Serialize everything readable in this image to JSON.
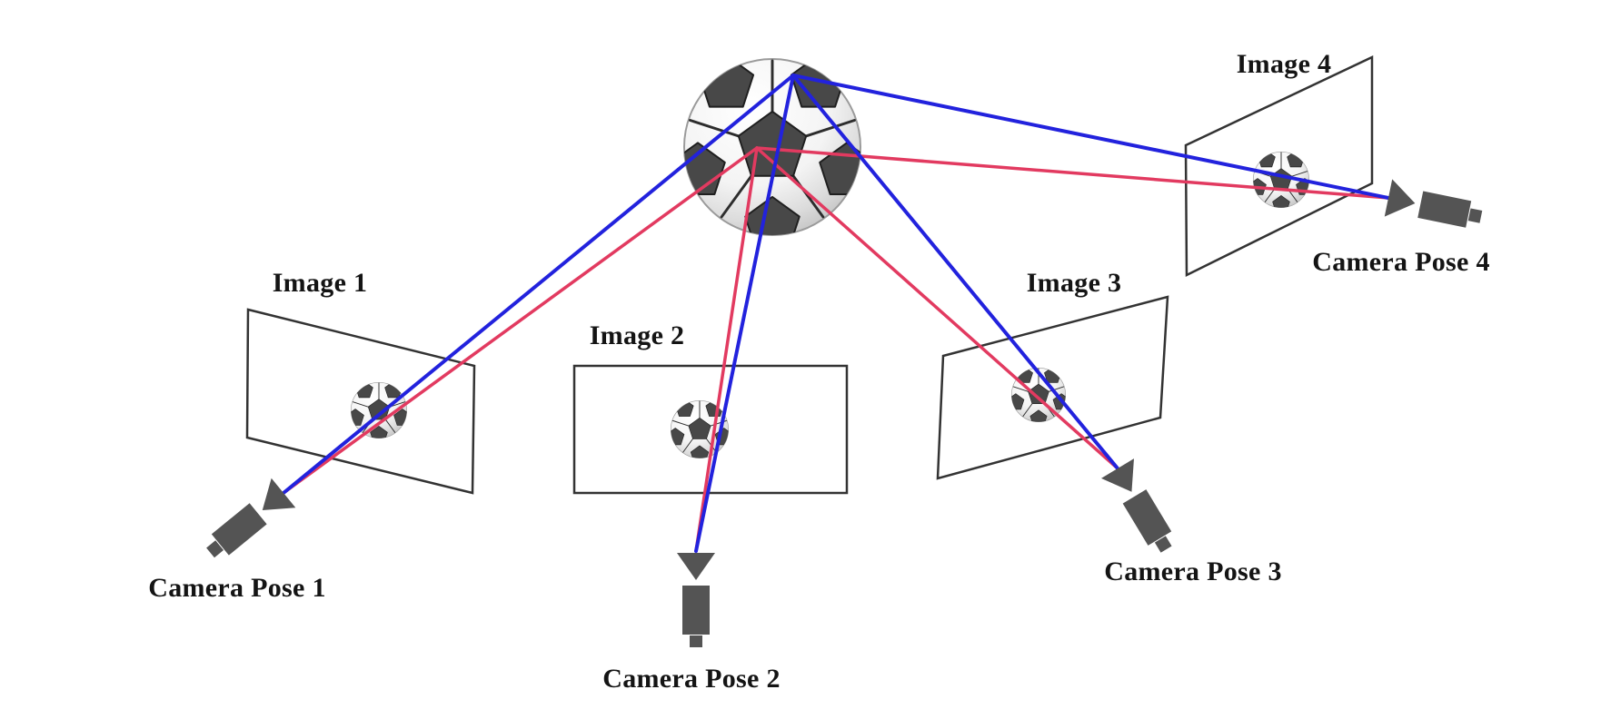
{
  "colors": {
    "background": "#ffffff",
    "blue_ray": "#2222dd",
    "red_ray": "#e23a60",
    "camera": "#545454",
    "plane_stroke": "#333333",
    "label_text": "#141414",
    "ball_dark": "#484848",
    "ball_seam": "#2d2d2d"
  },
  "images": [
    {
      "label": "Image 1"
    },
    {
      "label": "Image 2"
    },
    {
      "label": "Image 3"
    },
    {
      "label": "Image 4"
    }
  ],
  "cameras": [
    {
      "label": "Camera Pose 1"
    },
    {
      "label": "Camera Pose 2"
    },
    {
      "label": "Camera Pose 3"
    },
    {
      "label": "Camera Pose 4"
    }
  ]
}
